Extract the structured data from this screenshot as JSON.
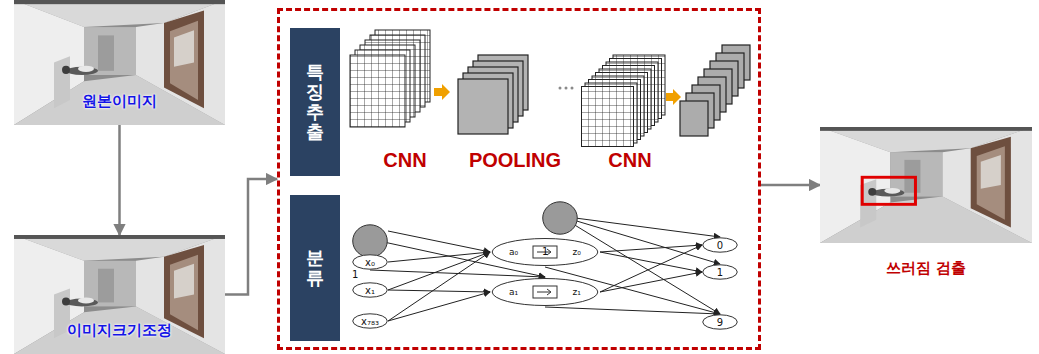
{
  "diagram": {
    "nodes": [
      {
        "text": [
          "원본이미지"
        ]
      },
      {
        "text": [
          "이미지크기조정"
        ]
      },
      {
        "text": []
      },
      {
        "text": [
          "특징추출"
        ],
        "in": 2
      },
      {
        "text": [
          "분류"
        ],
        "in": 2
      },
      {
        "text": [
          "1"
        ],
        "in": 2
      },
      {
        "text": [
          "x₀"
        ],
        "in": 2
      },
      {
        "text": [
          "x₁"
        ],
        "in": 2
      },
      {
        "text": [
          "x₇₈₃"
        ],
        "in": 2
      },
      {
        "text": [
          "a₀",
          "z₀"
        ],
        "in": 2
      },
      {
        "text": [
          "a₁",
          "z₁"
        ],
        "in": 2
      },
      {
        "text": [
          "1"
        ],
        "in": 2
      },
      {
        "text": [
          "0"
        ],
        "in": 2
      },
      {
        "text": [
          "1"
        ],
        "in": 2
      },
      {
        "text": [
          "9"
        ],
        "in": 2
      },
      {
        "text": [
          "쓰러짐 검출"
        ]
      }
    ],
    "edges": [
      {
        "from": 0,
        "to": 1,
        "arrow": "to"
      },
      {
        "from": 1,
        "to": 2,
        "arrow": "to"
      },
      {
        "from": 2,
        "to": 15,
        "arrow": "to"
      },
      {
        "from": 5,
        "to": 9,
        "arrow": "to"
      },
      {
        "from": 5,
        "to": 10,
        "arrow": "to"
      },
      {
        "from": 6,
        "to": 9,
        "arrow": "to"
      },
      {
        "from": 6,
        "to": 10,
        "arrow": "to"
      },
      {
        "from": 7,
        "to": 9,
        "arrow": "to"
      },
      {
        "from": 7,
        "to": 10,
        "arrow": "to"
      },
      {
        "from": 8,
        "to": 9,
        "arrow": "to"
      },
      {
        "from": 8,
        "to": 10,
        "arrow": "to"
      },
      {
        "from": 9,
        "to": 12,
        "arrow": "to"
      },
      {
        "from": 9,
        "to": 13,
        "arrow": "to"
      },
      {
        "from": 9,
        "to": 14,
        "arrow": "to"
      },
      {
        "from": 10,
        "to": 12,
        "arrow": "to"
      },
      {
        "from": 10,
        "to": 13,
        "arrow": "to"
      },
      {
        "from": 10,
        "to": 14,
        "arrow": "to"
      },
      {
        "from": 11,
        "to": 12,
        "arrow": "to"
      },
      {
        "from": 11,
        "to": 13,
        "arrow": "to"
      },
      {
        "from": 11,
        "to": 14,
        "arrow": "to"
      }
    ],
    "labels": [
      "CNN",
      "POOLING",
      "CNN"
    ]
  }
}
